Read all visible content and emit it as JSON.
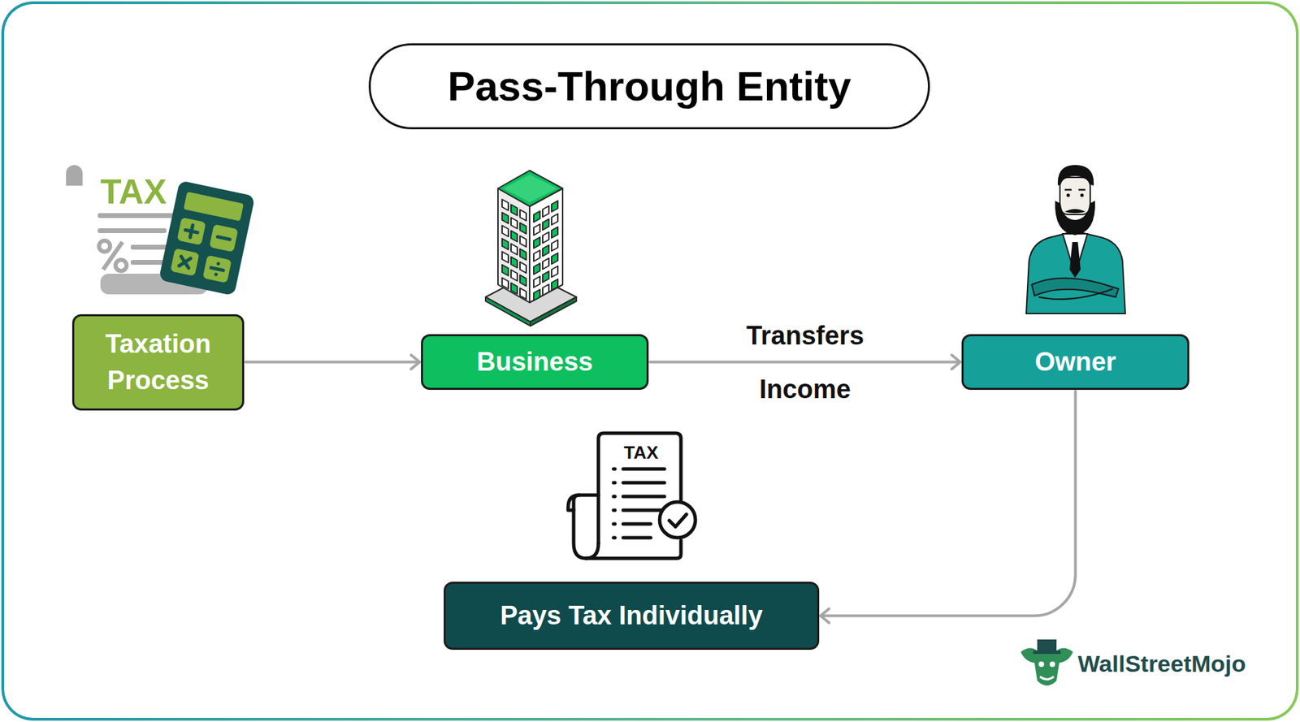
{
  "diagram": {
    "title": "Pass-Through Entity",
    "nodes": [
      {
        "text": [
          "Taxation Process"
        ]
      },
      {
        "text": [
          "Business"
        ]
      },
      {
        "text": [
          "Owner"
        ]
      },
      {
        "text": [
          "Pays Tax Individually"
        ]
      }
    ],
    "edges": [
      {
        "from": 0,
        "to": 1,
        "arrow": "to"
      },
      {
        "from": 1,
        "to": 2,
        "label": "Transfers Income",
        "arrow": "to"
      },
      {
        "from": 2,
        "to": 3,
        "arrow": "to"
      }
    ],
    "labels": [
      "TAX",
      "TAX",
      "WallStreetMojo"
    ]
  }
}
